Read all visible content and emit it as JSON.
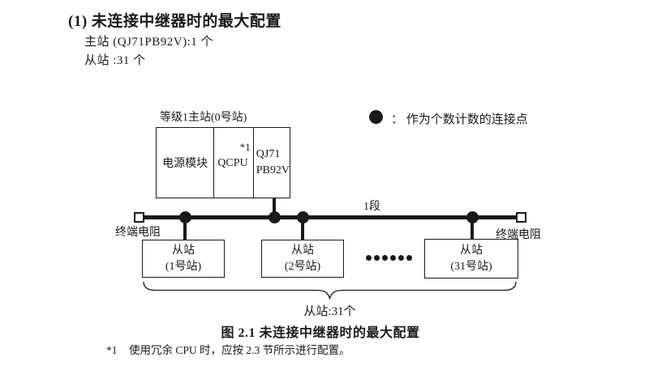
{
  "colors": {
    "ink": "#1a1a1a",
    "background": "#ffffff"
  },
  "section": {
    "heading": "(1) 未连接中继器时的最大配置",
    "master_line": "主站 (QJ71PB92V):1 个",
    "slave_line": "从站 :31 个"
  },
  "diagram": {
    "master_station": {
      "label": "等级1主站(0号站)",
      "power_module": "电源模块",
      "cpu": "QCPU",
      "cpu_note_ref": "*1",
      "network_module_line1": "QJ71",
      "network_module_line2": "PB92V"
    },
    "legend": {
      "text": "：  作为个数计数的连接点"
    },
    "segment_label": "1段",
    "terminator_left": "终端电阻",
    "terminator_right": "终端电阻",
    "slaves": [
      {
        "line1": "从站",
        "line2": "(1号站)"
      },
      {
        "line1": "从站",
        "line2": "(2号站)"
      },
      {
        "line1": "从站",
        "line2": "(31号站)"
      }
    ],
    "brace_label": "从站:31个"
  },
  "caption": "图 2.1 未连接中继器时的最大配置",
  "footnote": {
    "ref": "*1",
    "text": "使用冗余 CPU 时，应按 2.3 节所示进行配置。"
  }
}
